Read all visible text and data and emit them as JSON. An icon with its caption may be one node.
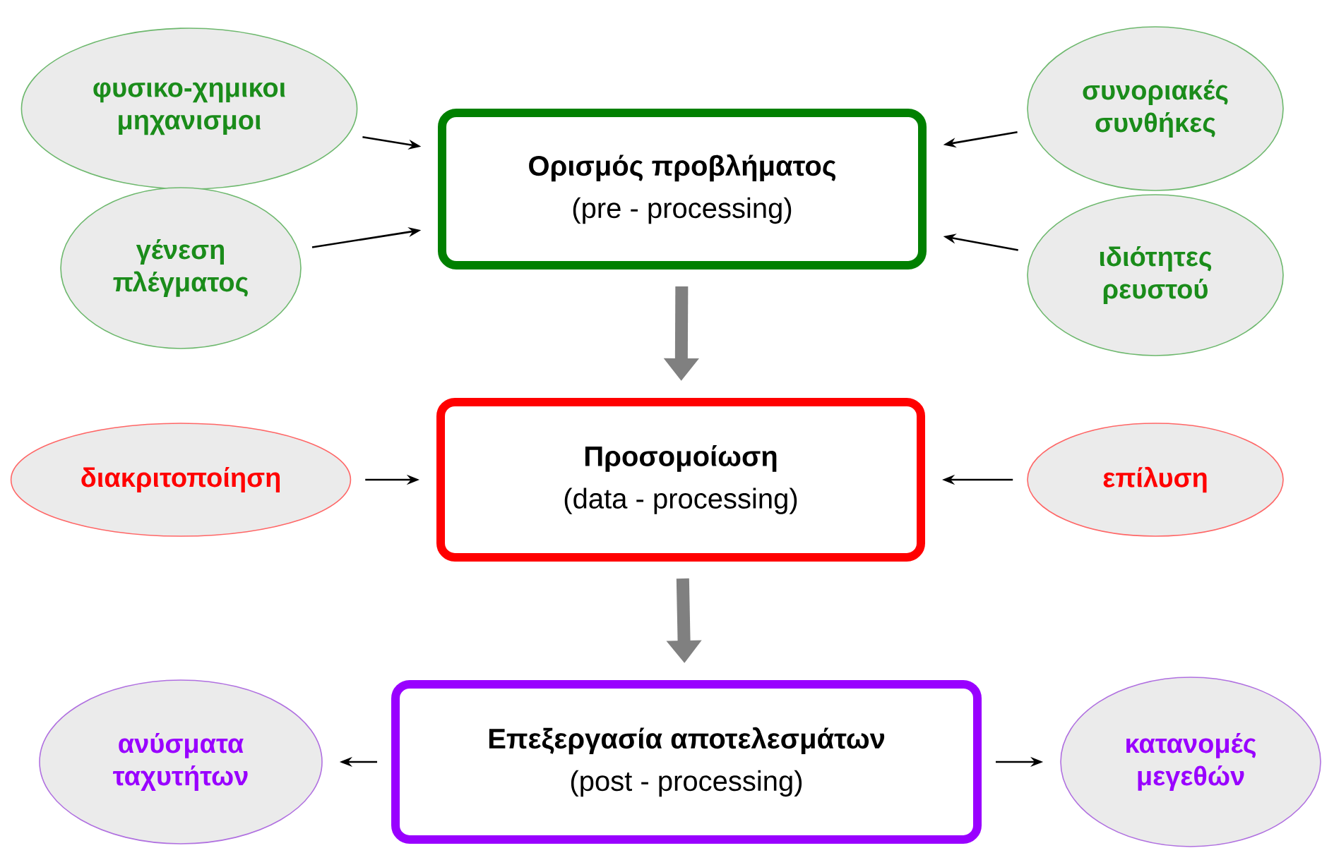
{
  "diagram": {
    "nodes": [
      {
        "text": [
          "Ορισμός προβλήματος",
          "(pre - processing)"
        ]
      },
      {
        "text": [
          "φυσικο-χημικοι μηχανισμοι"
        ]
      },
      {
        "text": [
          "συνοριακές συνθήκες"
        ]
      },
      {
        "text": [
          "γένεση πλέγματος"
        ]
      },
      {
        "text": [
          "ιδιότητες ρευστού"
        ]
      },
      {
        "text": [
          "Προσομοίωση",
          "(data - processing)"
        ]
      },
      {
        "text": [
          "διακριτοποίηση"
        ]
      },
      {
        "text": [
          "επίλυση"
        ]
      },
      {
        "text": [
          "Επεξεργασία αποτελεσμάτων",
          "(post - processing)"
        ]
      },
      {
        "text": [
          "ανύσματα ταχυτήτων"
        ]
      },
      {
        "text": [
          "κατανομές μεγεθών"
        ]
      }
    ],
    "edges": [
      {
        "from": 1,
        "to": 0,
        "arrow": "to"
      },
      {
        "from": 2,
        "to": 0,
        "arrow": "to"
      },
      {
        "from": 3,
        "to": 0,
        "arrow": "to"
      },
      {
        "from": 4,
        "to": 0,
        "arrow": "to"
      },
      {
        "from": 0,
        "to": 5,
        "arrow": "to",
        "style": "thick",
        "color": "#808080"
      },
      {
        "from": 6,
        "to": 5,
        "arrow": "to"
      },
      {
        "from": 7,
        "to": 5,
        "arrow": "to"
      },
      {
        "from": 5,
        "to": 8,
        "arrow": "to",
        "style": "thick",
        "color": "#808080"
      },
      {
        "from": 8,
        "to": 9,
        "arrow": "to"
      },
      {
        "from": 8,
        "to": 10,
        "arrow": "to"
      }
    ]
  }
}
